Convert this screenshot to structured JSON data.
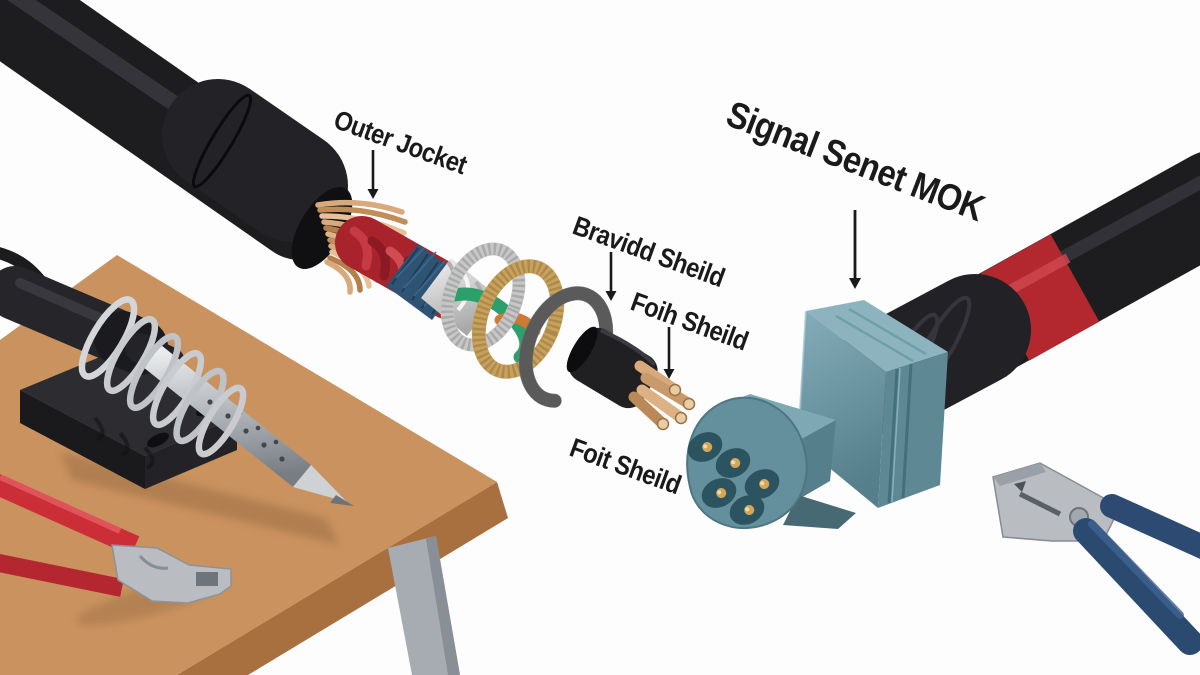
{
  "labels": {
    "outer_jacket": "Outer Jocket",
    "braided_shield": "Bravidd Sheild",
    "foil_shield": "Foih Sheild",
    "foit_shield": "Foit Sheild",
    "connector": "Signal Senet MOK"
  },
  "connector": {
    "pin_count": 5
  },
  "colors": {
    "background": "#fdfdfd",
    "label_ink": "#1a1a1a",
    "table_top": "#c9925f",
    "table_side": "#a86f3f",
    "table_leg": "#a6acb2",
    "cable_black": "#1d1d20",
    "copper": "#d7a97b",
    "wire_red": "#a8232c",
    "braid_blue": "#2e5373",
    "foil_silver": "#d8d8d8",
    "wire_green": "#2ba06b",
    "wire_orange": "#cd7a35",
    "ring_silver": "#c7c7c7",
    "ring_gold": "#c7a25f",
    "ring_gray": "#757575",
    "connector_teal": "#5d8894",
    "connector_teal_light": "#8db4be",
    "connector_teal_dark": "#567f8c",
    "pin_gold": "#d2a65b",
    "band_red": "#b3282e",
    "handle_red": "#cb2e37",
    "handle_blue": "#2c4a72",
    "metal_silver": "#b9bdc2"
  }
}
